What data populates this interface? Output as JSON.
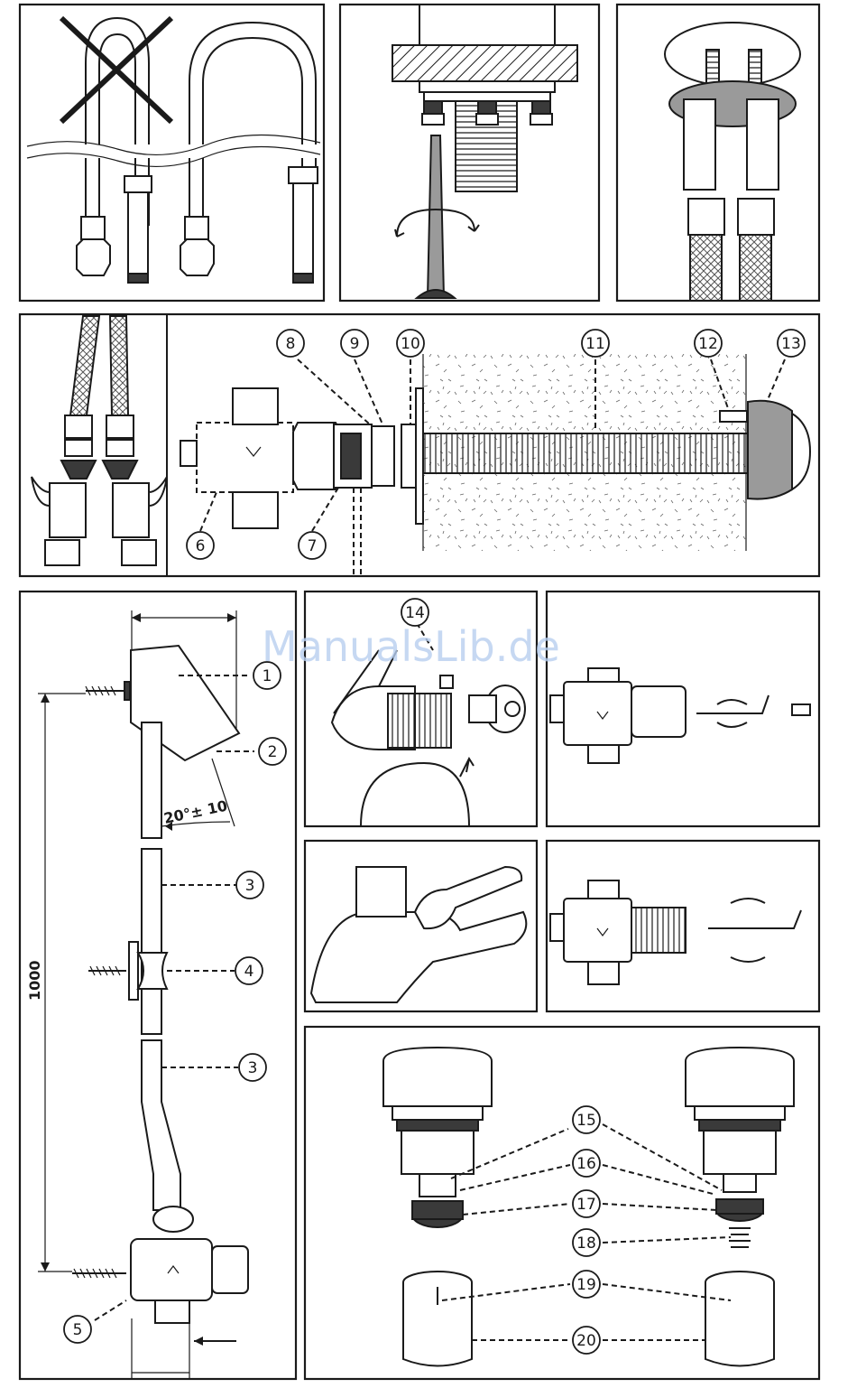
{
  "watermark": "ManualsLib.de",
  "dimensions": {
    "height_label": "1000",
    "angle_label": "20°± 10"
  },
  "callouts": {
    "c1": "1",
    "c2": "2",
    "c3a": "3",
    "c3b": "3",
    "c4": "4",
    "c5": "5",
    "c6": "6",
    "c7": "7",
    "c8": "8",
    "c9": "9",
    "c10": "10",
    "c11": "11",
    "c12": "12",
    "c13": "13",
    "c14": "14",
    "c15": "15",
    "c16": "16",
    "c17": "17",
    "c18": "18",
    "c19": "19",
    "c20": "20"
  }
}
